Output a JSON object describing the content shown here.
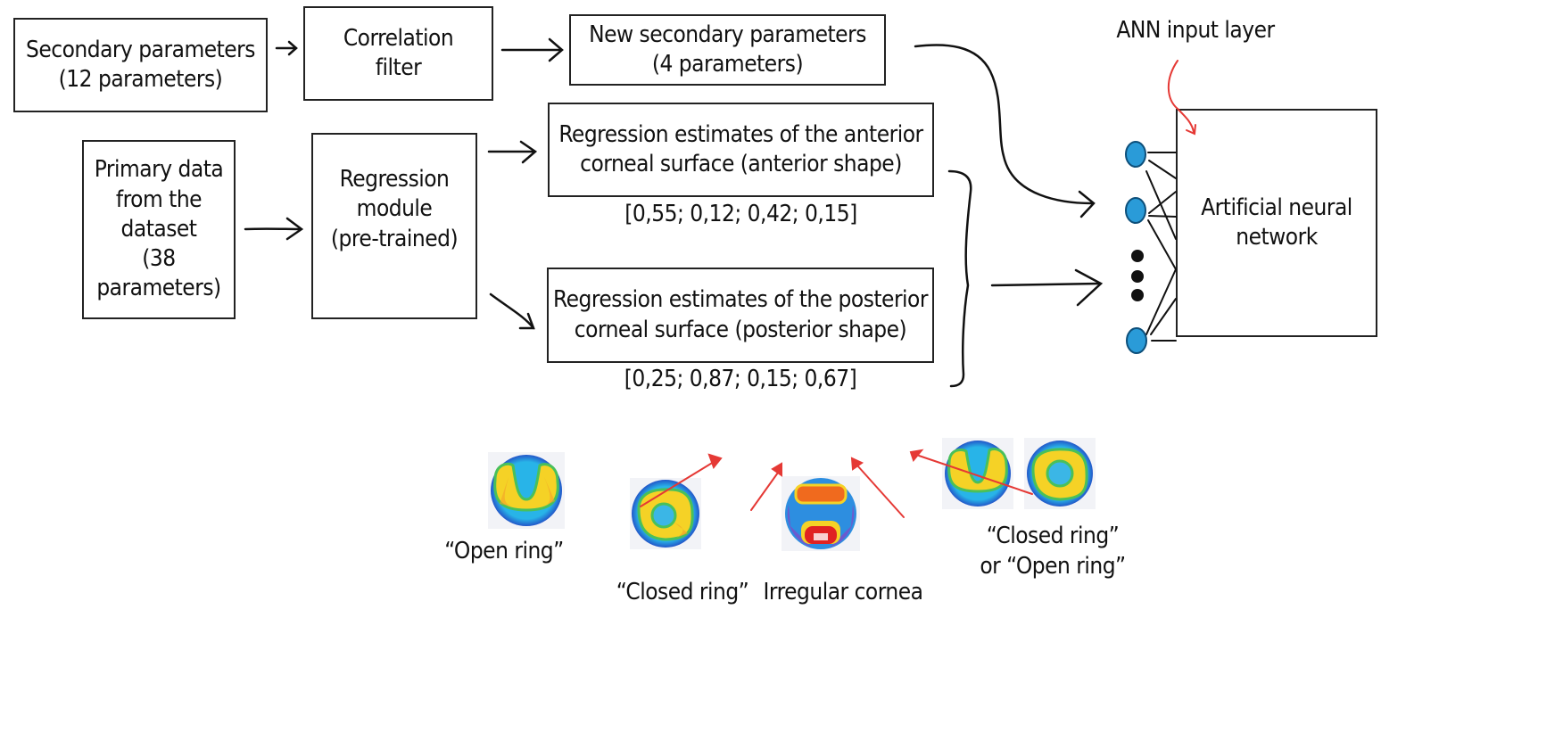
{
  "boxes": {
    "secondary_params": "Secondary parameters\n(12 parameters)",
    "correlation_filter": "Correlation\nfilter",
    "new_secondary_params": "New secondary parameters\n(4 parameters)",
    "primary_data": "Primary data\nfrom the\ndataset\n(38\nparameters)",
    "regression_module": "Regression\nmodule\n(pre-trained)",
    "anterior_estimates": "Regression estimates of the anterior\ncorneal surface (anterior shape)",
    "posterior_estimates": "Regression estimates of the posterior\ncorneal surface (posterior shape)",
    "ann": "Artificial neural\nnetwork"
  },
  "labels": {
    "anterior_vector": "[0,55; 0,12; 0,42; 0,15]",
    "posterior_vector": "[0,25; 0,87; 0,15; 0,67]",
    "ann_input_layer": "ANN input layer",
    "open_ring": "“Open ring”",
    "closed_ring": "“Closed ring”",
    "irregular_cornea": "Irregular cornea",
    "closed_or_open": "“Closed ring”\nor “Open ring”"
  },
  "colors": {
    "annotation_arrow": "#e53935",
    "neuron_fill": "#2a9bd8",
    "neuron_stroke": "#0d4f7a",
    "line": "#111111"
  },
  "topography_maps": [
    {
      "pattern": "open-ring"
    },
    {
      "pattern": "closed-ring"
    },
    {
      "pattern": "irregular"
    },
    {
      "pattern": "open-ring"
    },
    {
      "pattern": "closed-ring"
    }
  ]
}
